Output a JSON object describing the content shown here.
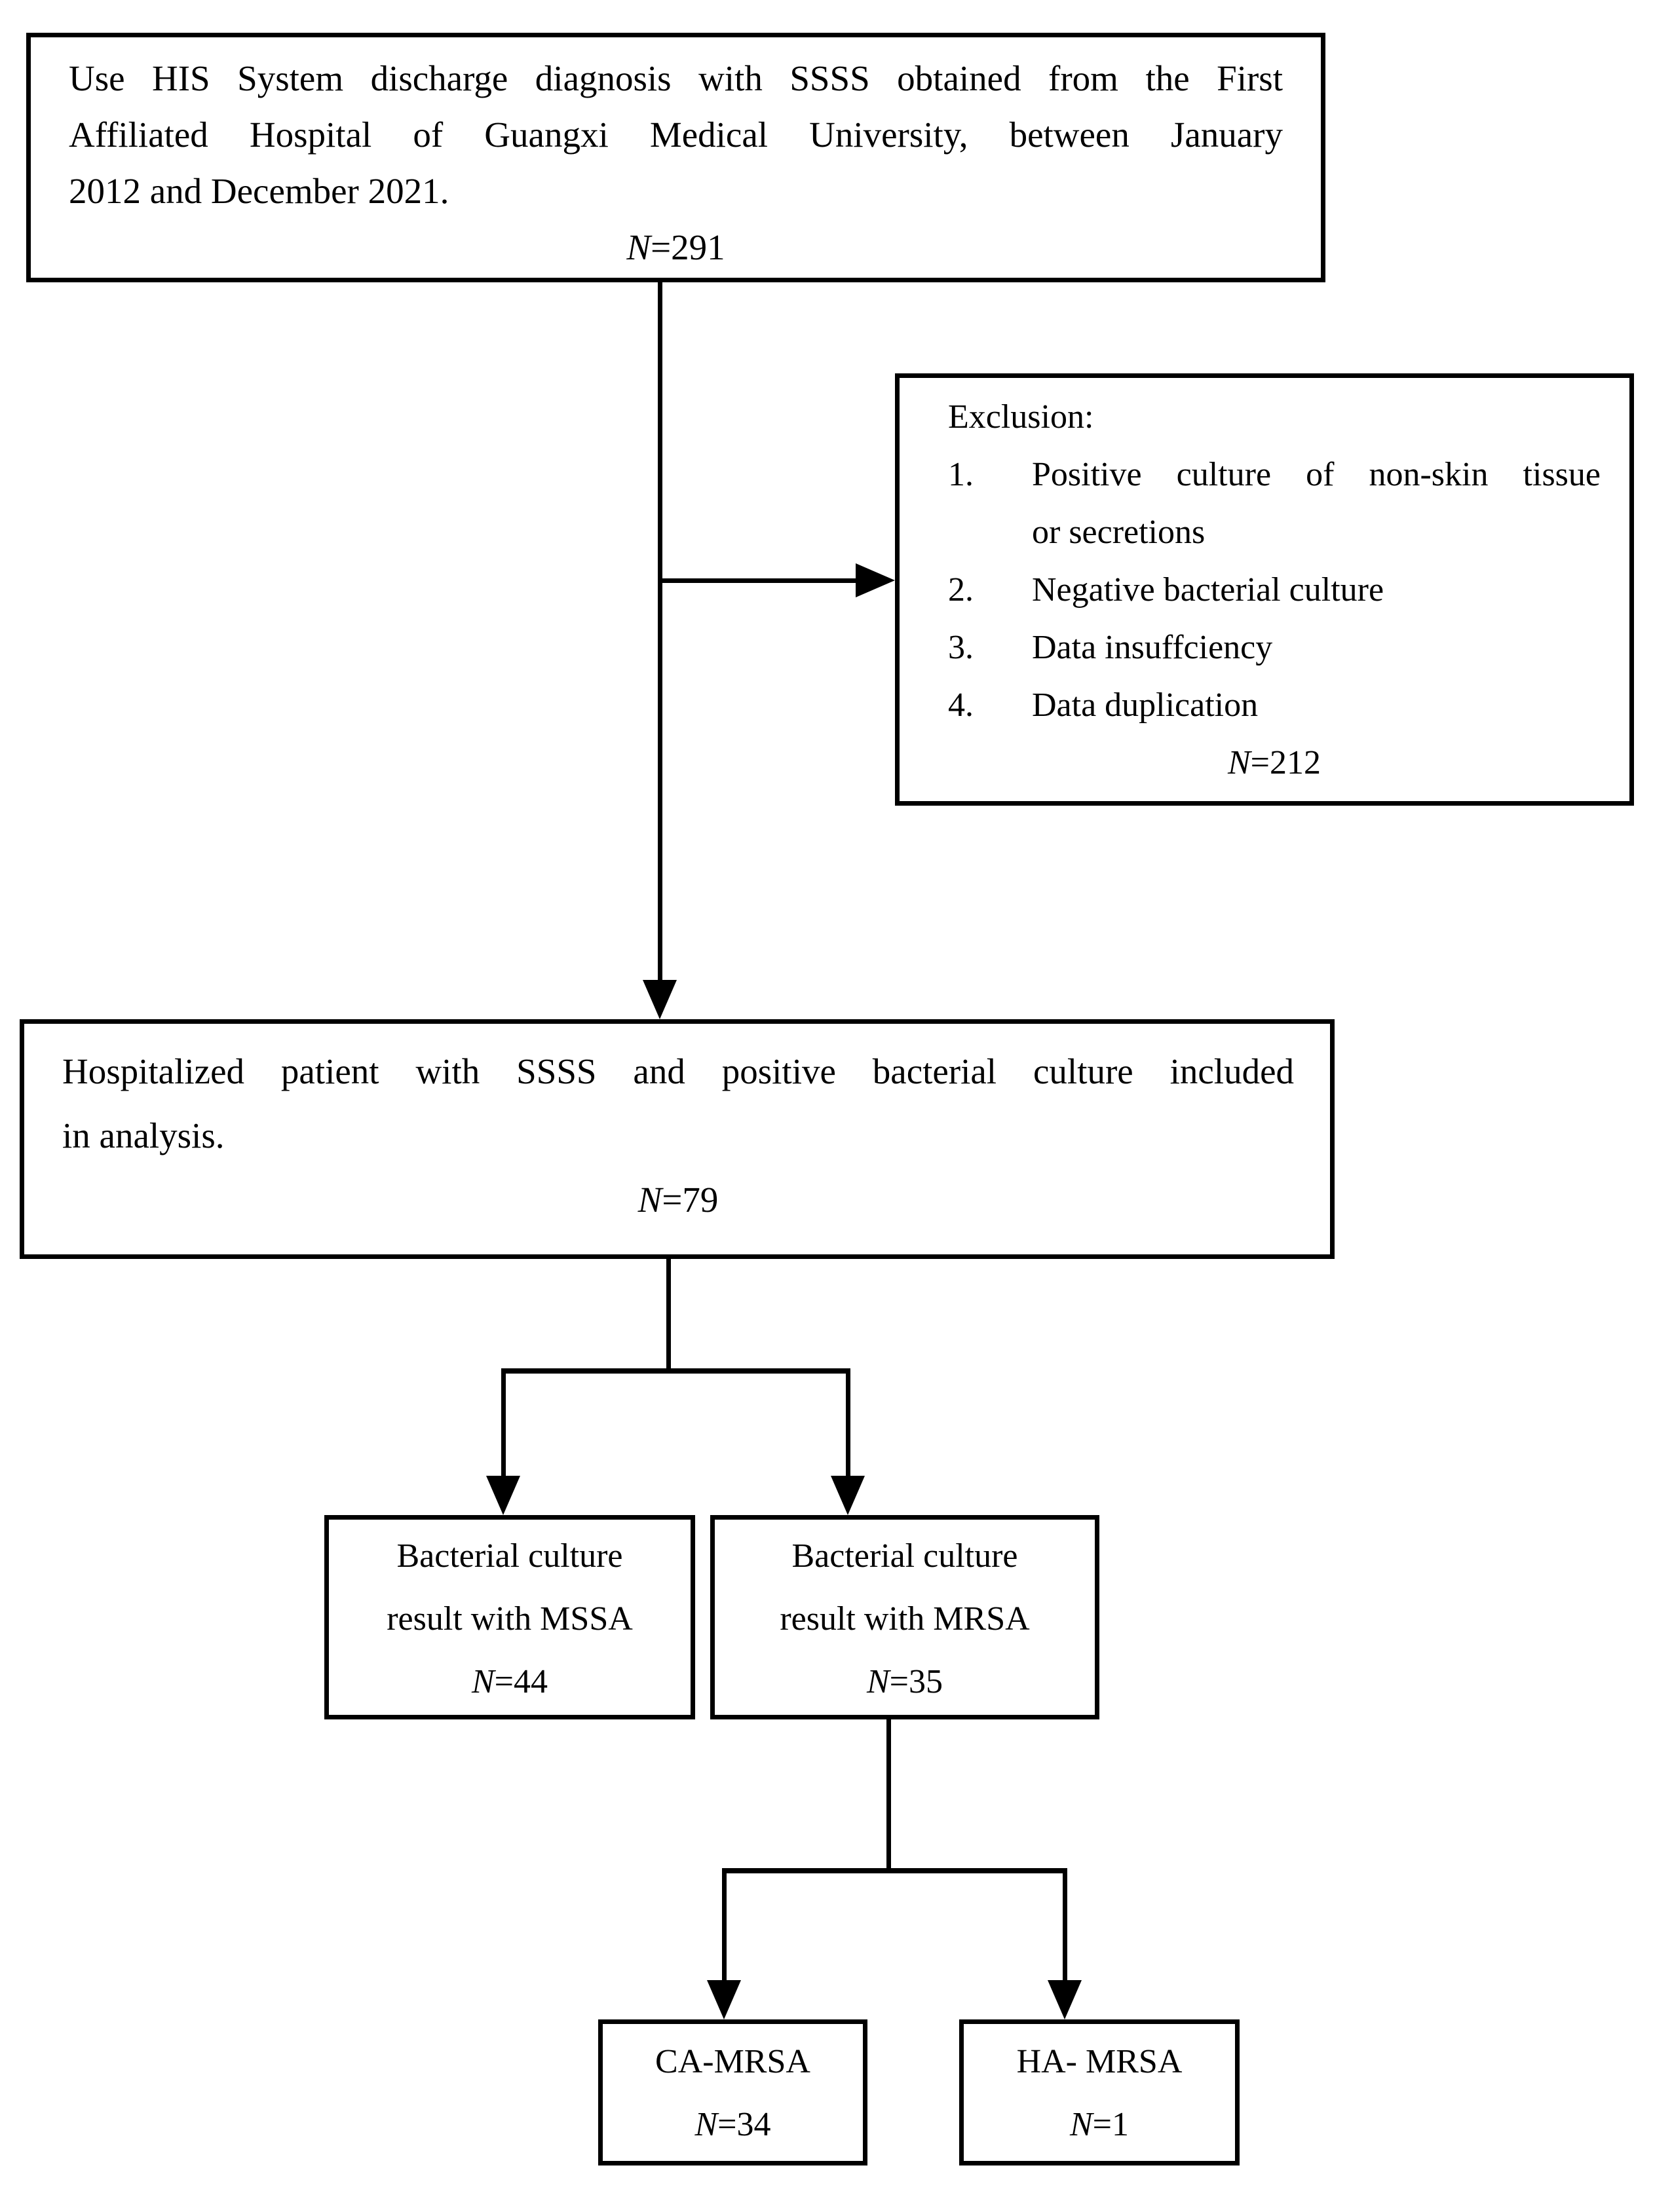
{
  "page": {
    "background": "#ffffff",
    "ink": "#000000"
  },
  "flowchart": {
    "source_box": {
      "lines": [
        "Use HIS System discharge diagnosis with SSSS obtained from the First",
        "Affiliated Hospital of Guangxi Medical University, between January",
        "2012 and December 2021."
      ],
      "n": {
        "symbol": "N",
        "value": "=291"
      }
    },
    "exclusion_box": {
      "title": "Exclusion:",
      "items": [
        {
          "num": "1.",
          "line1": "Positive culture of non-skin tissue",
          "line2": "or secretions"
        },
        {
          "num": "2.",
          "line1": "Negative bacterial culture"
        },
        {
          "num": "3.",
          "line1": "Data insuffciency"
        },
        {
          "num": "4.",
          "line1": "Data duplication"
        }
      ],
      "n": {
        "symbol": "N",
        "value": "=212"
      }
    },
    "included_box": {
      "lines": [
        "Hospitalized patient with SSSS and positive bacterial culture included",
        "in analysis."
      ],
      "n": {
        "symbol": "N",
        "value": "=79"
      }
    },
    "mssa_box": {
      "lines": [
        "Bacterial culture",
        "result with MSSA"
      ],
      "n": {
        "symbol": "N",
        "value": "=44"
      }
    },
    "mrsa_box": {
      "lines": [
        "Bacterial culture",
        "result with MRSA"
      ],
      "n": {
        "symbol": "N",
        "value": "=35"
      }
    },
    "ca_mrsa_box": {
      "label": "CA-MRSA",
      "n": {
        "symbol": "N",
        "value": "=34"
      }
    },
    "ha_mrsa_box": {
      "label": "HA- MRSA",
      "n": {
        "symbol": "N",
        "value": "=1"
      }
    }
  }
}
